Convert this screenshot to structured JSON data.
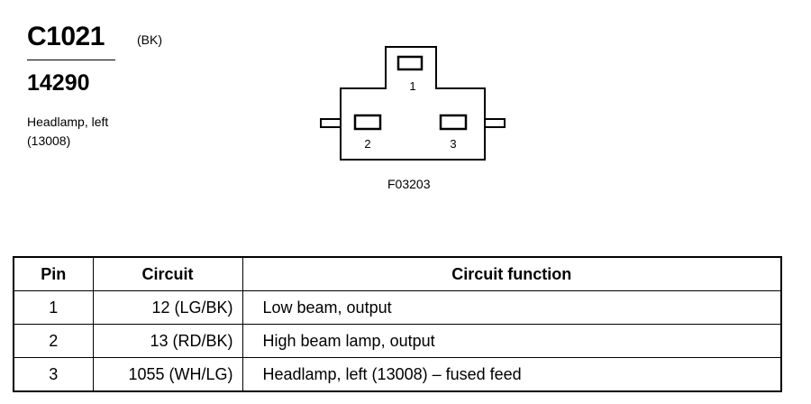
{
  "header": {
    "connector_id": "C1021",
    "connector_color": "(BK)",
    "part_number": "14290",
    "description_line1": "Headlamp, left",
    "description_line2": "(13008)"
  },
  "diagram": {
    "pin_labels": [
      "1",
      "2",
      "3"
    ],
    "figure_code": "F03203"
  },
  "table": {
    "headers": [
      "Pin",
      "Circuit",
      "Circuit function"
    ],
    "rows": [
      {
        "pin": "1",
        "circuit": "12 (LG/BK)",
        "function": "Low beam, output"
      },
      {
        "pin": "2",
        "circuit": "13 (RD/BK)",
        "function": "High beam lamp, output"
      },
      {
        "pin": "3",
        "circuit": "1055 (WH/LG)",
        "function": "Headlamp, left (13008) – fused feed"
      }
    ]
  }
}
